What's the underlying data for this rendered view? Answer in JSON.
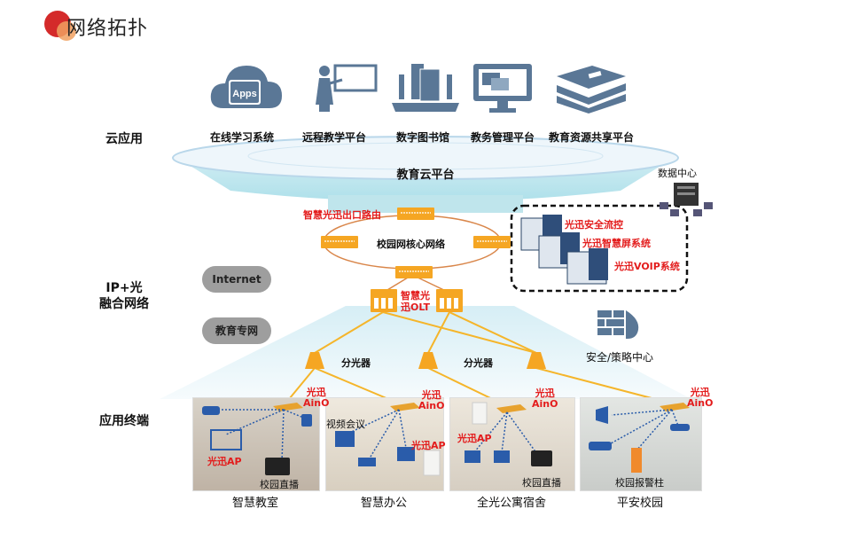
{
  "header": {
    "title": "网络拓扑"
  },
  "layers": {
    "cloud_app": "云应用",
    "ip_optical_1": "IP+光",
    "ip_optical_2": "融合网络",
    "terminals": "应用终端"
  },
  "apps": [
    {
      "icon": "cloud-apps-icon",
      "label": "在线学习系统",
      "badge": "Apps"
    },
    {
      "icon": "teacher-board-icon",
      "label": "远程教学平台"
    },
    {
      "icon": "library-laptop-icon",
      "label": "数字图书馆"
    },
    {
      "icon": "monitor-admin-icon",
      "label": "教务管理平台"
    },
    {
      "icon": "books-stack-icon",
      "label": "教育资源共享平台"
    }
  ],
  "cloud_platform": "教育云平台",
  "datacenter": "数据中心",
  "core": {
    "router_label": "智慧光迅出口路由",
    "ring_label": "校园网核心网络",
    "olt_label_1": "智慧光",
    "olt_label_2": "迅OLT"
  },
  "servers": [
    "光迅安全流控",
    "光迅智慧屏系统",
    "光迅VOIP系统"
  ],
  "clouds": [
    "Internet",
    "教育专网"
  ],
  "splitter_label": "分光器",
  "security_center": "安全/策略中心",
  "ainos": {
    "line1": "光迅",
    "line2": "AinO"
  },
  "scenes": [
    {
      "caption": "智慧教室",
      "labels": [
        "光迅AP",
        "校园直播"
      ]
    },
    {
      "caption": "智慧办公",
      "labels": [
        "视频会议",
        "光迅AP"
      ]
    },
    {
      "caption": "全光公寓宿舍",
      "labels": [
        "光迅AP",
        "校园直播"
      ]
    },
    {
      "caption": "平安校园",
      "labels": [
        "校园报警柱"
      ]
    }
  ],
  "colors": {
    "accent_orange": "#f5a623",
    "red_label": "#e31c1c",
    "icon_blue": "#4f6f8f"
  }
}
